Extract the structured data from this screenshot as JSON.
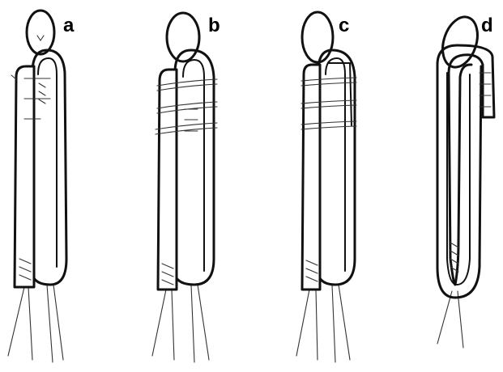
{
  "figure": {
    "panels": [
      {
        "id": "a",
        "label": "a"
      },
      {
        "id": "b",
        "label": "b"
      },
      {
        "id": "c",
        "label": "c"
      },
      {
        "id": "d",
        "label": "d"
      }
    ],
    "colors": {
      "line": "#111111",
      "background": "#ffffff"
    }
  }
}
